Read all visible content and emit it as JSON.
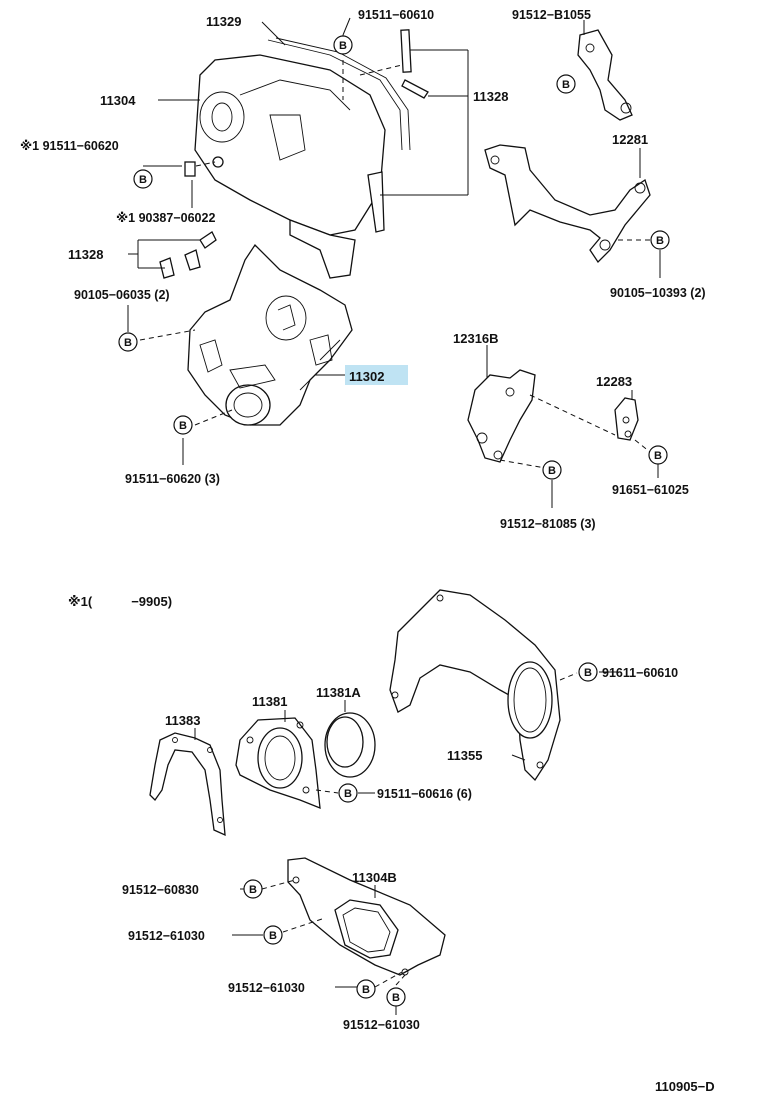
{
  "bolt_symbol": "B",
  "highlight_color": "#bfe3f3",
  "labels": {
    "p11329": "11329",
    "p91511_60610": "91511−60610",
    "p91512_B1055": "91512−B1055",
    "p11304": "11304",
    "p11328_top": "11328",
    "p12281": "12281",
    "p91511_60620": "※1 91511−60620",
    "p90387": "※1 90387−06022",
    "p11328_left": "11328",
    "p90105_06035": "90105−06035 (2)",
    "p90105_10393": "90105−10393 (2)",
    "p11302": "11302",
    "p12316B": "12316B",
    "p12283": "12283",
    "p91511_60620_3": "91511−60620 (3)",
    "p91651_61025": "91651−61025",
    "p91512_81085": "91512−81085 (3)",
    "note1": "※1(　　　−9905)",
    "p91611_60610": "91611−60610",
    "p11381": "11381",
    "p11381A": "11381A",
    "p11383": "11383",
    "p11355": "11355",
    "p91511_60616": "91511−60616 (6)",
    "p11304B": "11304B",
    "p91512_60830": "91512−60830",
    "p91512_61030_a": "91512−61030",
    "p91512_61030_b": "91512−61030",
    "p91512_61030_c": "91512−61030",
    "diagram_code": "110905−D"
  }
}
